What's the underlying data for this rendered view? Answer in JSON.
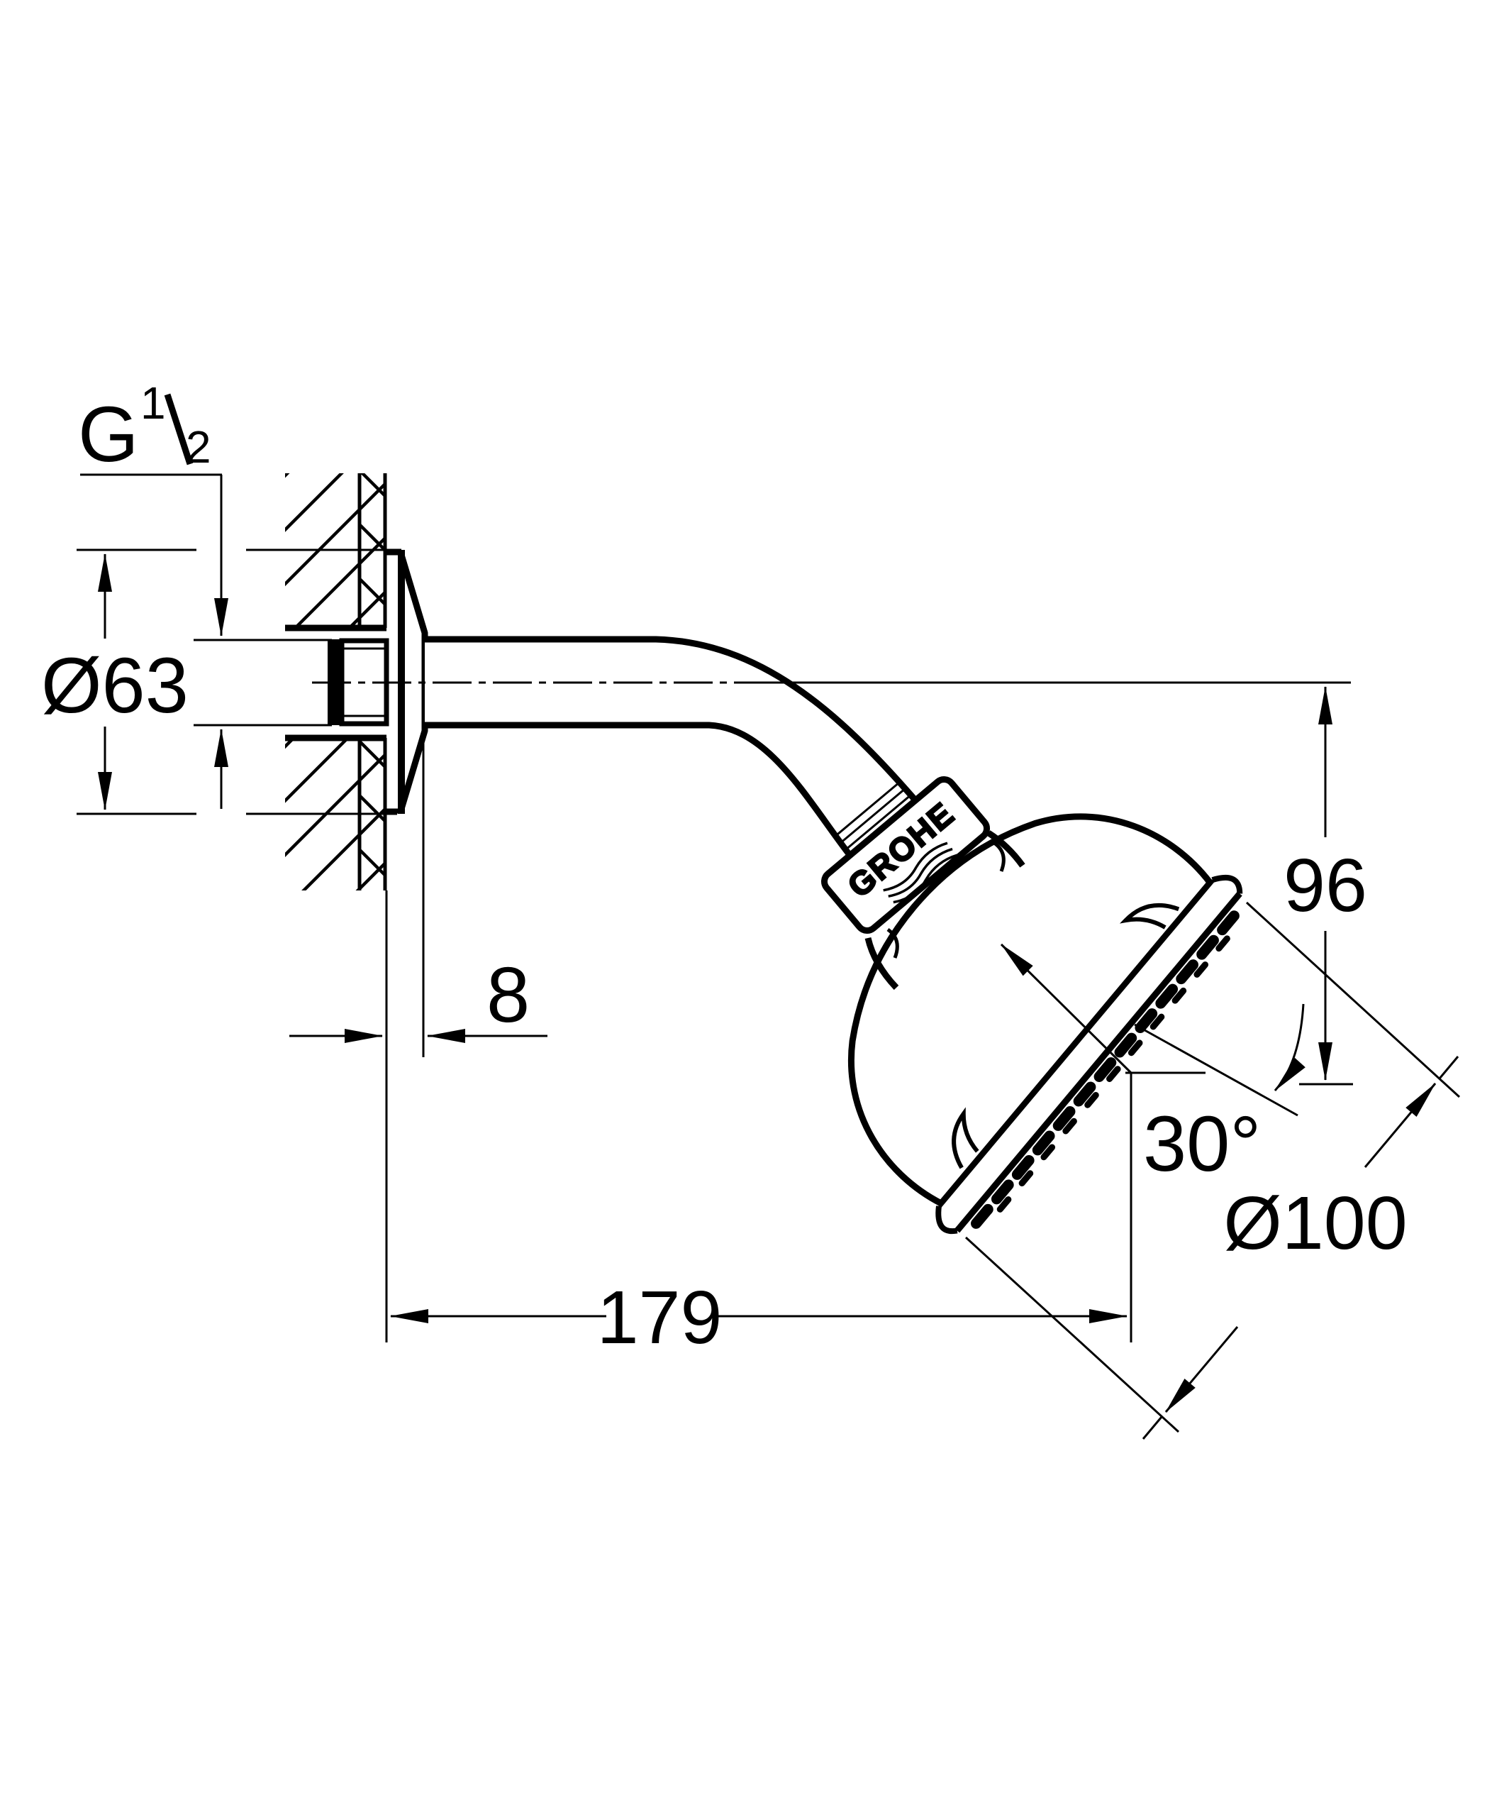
{
  "document": {
    "type": "technical-dimension-drawing",
    "product": "wall mounted head shower with shower arm",
    "background_color": "#ffffff",
    "line_color": "#000000"
  },
  "brand": {
    "logo_text": "GROHE"
  },
  "dimensions": {
    "thread": {
      "prefix": "G",
      "numerator": "1",
      "denominator": "2"
    },
    "flange_diameter": {
      "label": "Ø 63",
      "text": "Ø63"
    },
    "wall_offset": {
      "label": "8",
      "text": "8"
    },
    "arm_projection": {
      "label": "179",
      "text": "179"
    },
    "head_drop": {
      "label": "96",
      "text": "96"
    },
    "spray_angle": {
      "label": "30°",
      "text": "30°"
    },
    "head_diameter": {
      "label": "Ø 100",
      "text": "Ø100"
    }
  }
}
